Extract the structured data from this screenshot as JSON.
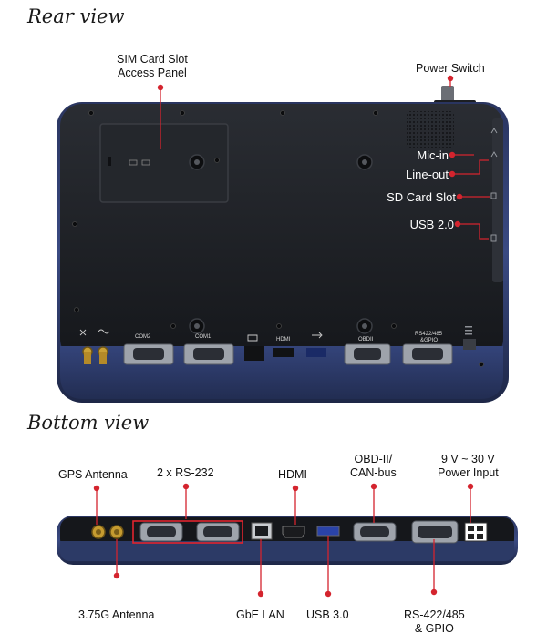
{
  "headings": {
    "rear": "Rear view",
    "bottom": "Bottom view"
  },
  "rear_labels": {
    "sim_line1": "SIM Card Slot",
    "sim_line2": "Access Panel",
    "power_switch": "Power Switch",
    "mic_in": "Mic-in",
    "line_out": "Line-out",
    "sd_card": "SD Card Slot",
    "usb2": "USB 2.0"
  },
  "device_print": {
    "com2": "COM2",
    "com1": "COM1",
    "hdmi": "HDMI",
    "obd": "OBDII",
    "rs_line1": "RS422/485",
    "rs_line2": "&GPIO"
  },
  "bottom_labels": {
    "gps": "GPS Antenna",
    "rs232": "2 x RS-232",
    "hdmi": "HDMI",
    "obd_line1": "OBD-II/",
    "obd_line2": "CAN-bus",
    "power_line1": "9 V ~ 30 V",
    "power_line2": "Power Input",
    "antenna_375g": "3.75G Antenna",
    "gbe_lan": "GbE LAN",
    "usb3": "USB 3.0",
    "rs422_line1": "RS-422/485",
    "rs422_line2": "& GPIO"
  },
  "colors": {
    "callout": "#d4242e",
    "body_dark": "#1f2126",
    "bezel_blue": "#2c3a66",
    "highlight_box": "#e0242e"
  }
}
